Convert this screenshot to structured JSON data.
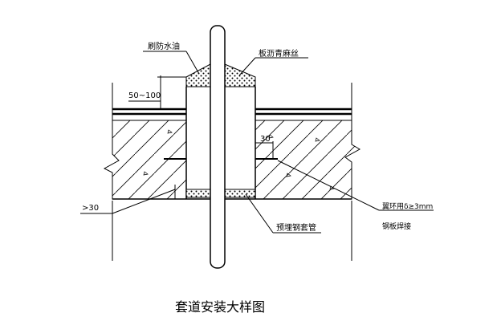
{
  "diagram": {
    "title": "套道安装大样图",
    "labels": {
      "waterproof_oil": "刷防水油",
      "asphalt_hemp": "板沥青麻丝",
      "dim_50_100": "50~100",
      "dim_30_inner": "30",
      "dim_gt30": ">30",
      "sleeve": "预埋钢套管",
      "ring_plate": "翼环用δ≥3mm",
      "ring_plate_2": "钢板焊接"
    }
  }
}
